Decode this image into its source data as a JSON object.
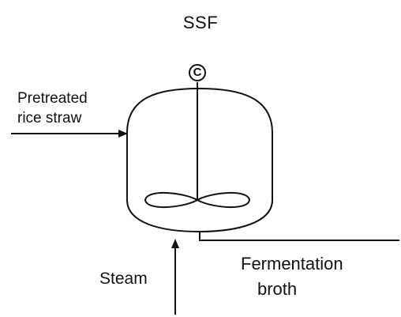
{
  "title": "SSF",
  "inputs": {
    "feed": {
      "line1": "Pretreated",
      "line2": "rice straw"
    },
    "steam": "Steam"
  },
  "outputs": {
    "product": {
      "line1": "Fermentation",
      "line2": "broth"
    }
  },
  "stirrer_symbol": "C",
  "colors": {
    "line": "#111111",
    "background": "#ffffff"
  }
}
